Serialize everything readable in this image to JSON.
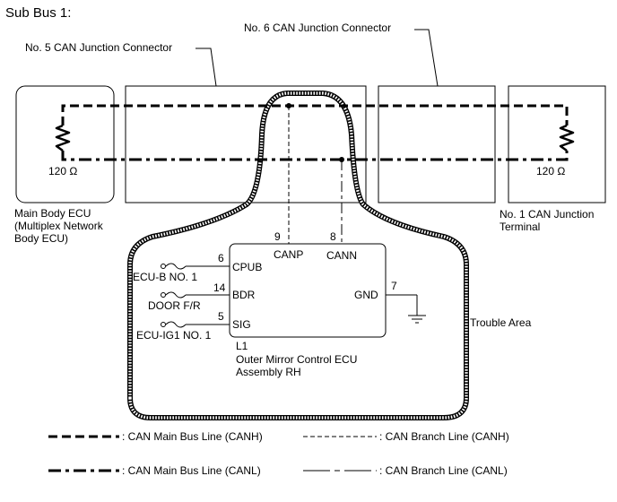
{
  "title": "Sub Bus 1:",
  "connectors": {
    "no5": "No. 5 CAN Junction Connector",
    "no6": "No. 6 CAN Junction Connector"
  },
  "main_body_ecu": {
    "resistor": "120 Ω",
    "label_lines": [
      "Main Body ECU",
      "(Multiplex Network",
      "Body ECU)"
    ]
  },
  "terminal": {
    "resistor": "120 Ω",
    "label_lines": [
      "No. 1 CAN Junction",
      "Terminal"
    ]
  },
  "ecu": {
    "code": "L1",
    "name_lines": [
      "Outer Mirror Control ECU",
      "Assembly RH"
    ],
    "pins": {
      "canp": {
        "num": "9",
        "name": "CANP"
      },
      "cann": {
        "num": "8",
        "name": "CANN"
      },
      "cpub": {
        "num": "6",
        "name": "CPUB"
      },
      "bdr": {
        "num": "14",
        "name": "BDR"
      },
      "sig": {
        "num": "5",
        "name": "SIG"
      },
      "gnd": {
        "num": "7",
        "name": "GND"
      }
    }
  },
  "fuses": {
    "ecub": "ECU-B NO. 1",
    "door": "DOOR F/R",
    "ecuig1": "ECU-IG1 NO. 1"
  },
  "trouble_area": "Trouble Area",
  "legend": {
    "main_canh": ": CAN Main Bus Line (CANH)",
    "branch_canh": ": CAN Branch Line (CANH)",
    "main_canl": ": CAN Main Bus Line (CANL)",
    "branch_canl": ": CAN Branch Line (CANL)"
  }
}
